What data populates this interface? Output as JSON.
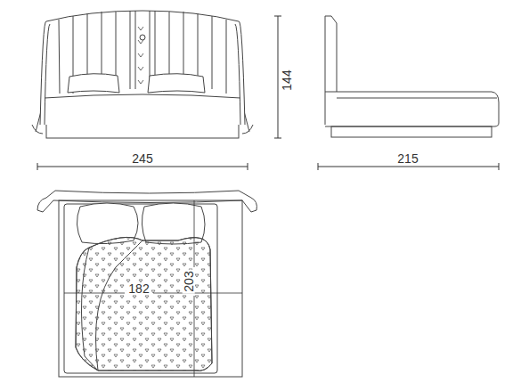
{
  "diagram": {
    "labels": [
      "245",
      "215",
      "144",
      "182",
      "203"
    ]
  }
}
